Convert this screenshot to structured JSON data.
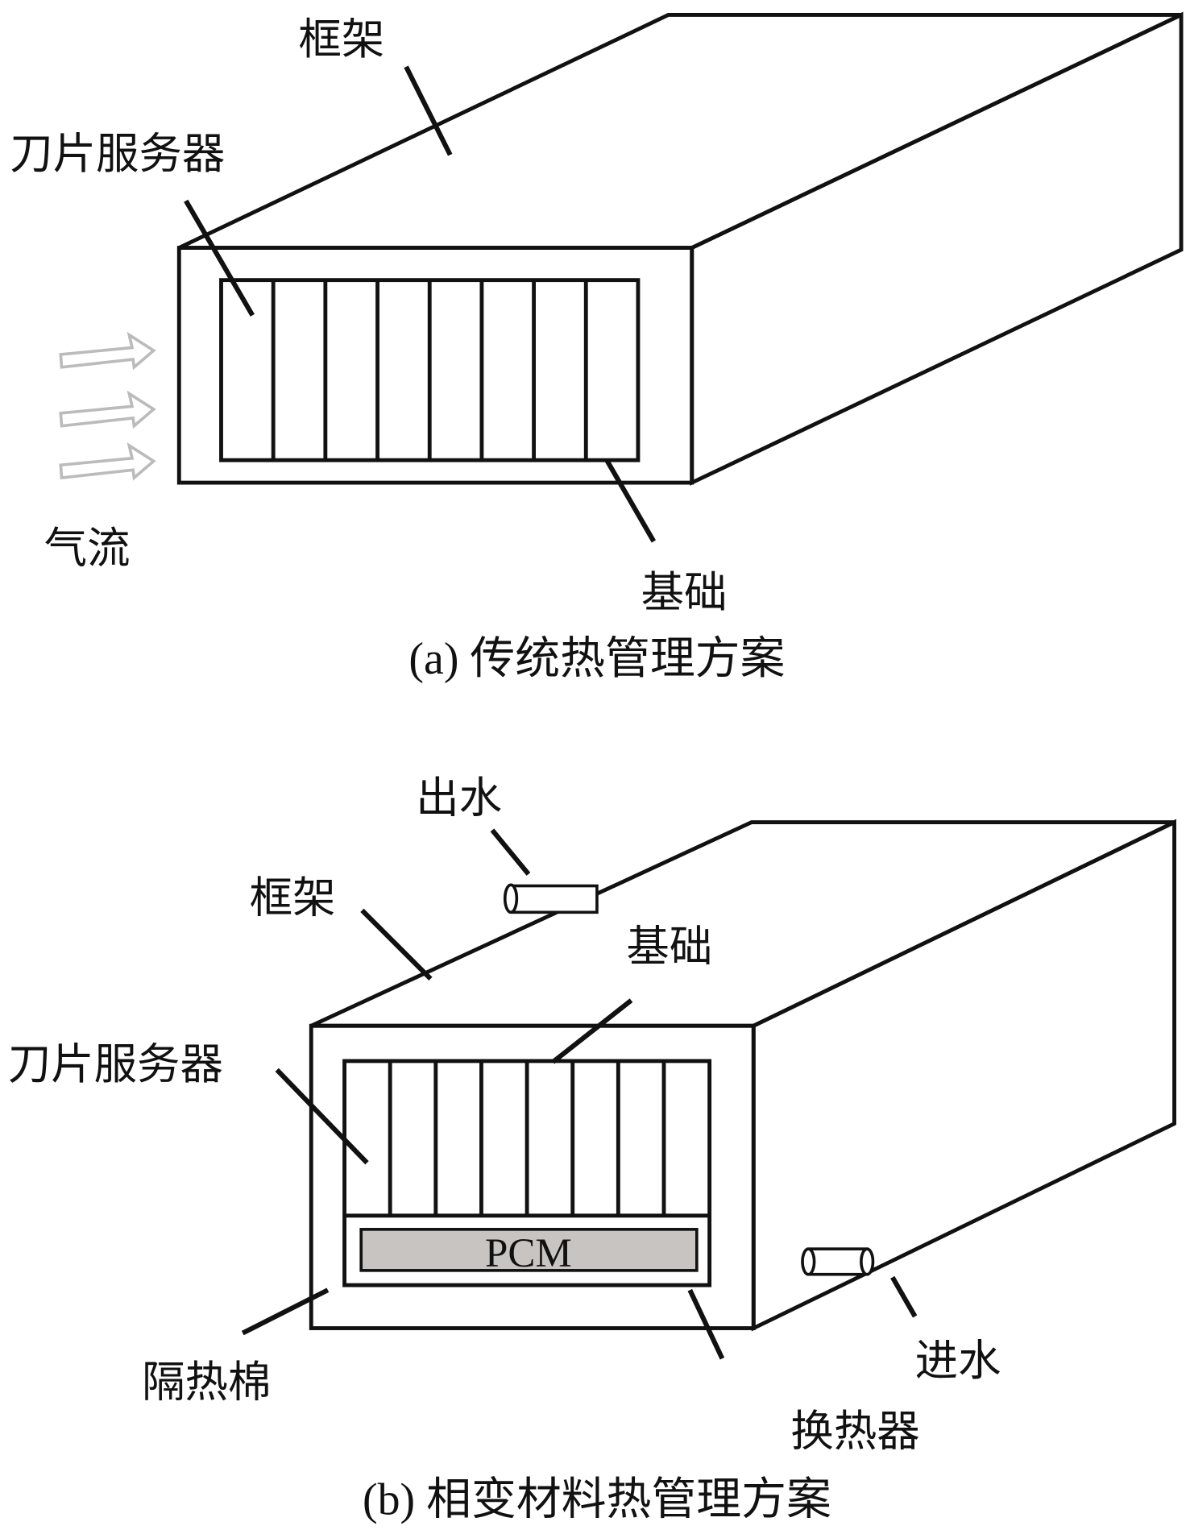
{
  "panel_a": {
    "labels": {
      "frame": "框架",
      "blade_server": "刀片服务器",
      "airflow": "气流",
      "base": "基础"
    },
    "caption": "(a) 传统热管理方案",
    "blade_count": 8
  },
  "panel_b": {
    "labels": {
      "water_out": "出水",
      "frame": "框架",
      "base": "基础",
      "blade_server": "刀片服务器",
      "pcm": "PCM",
      "insulation": "隔热棉",
      "water_in": "进水",
      "heat_exchanger": "换热器"
    },
    "caption": "(b) 相变材料热管理方案",
    "blade_count": 8
  },
  "colors": {
    "box_face": "#efedec",
    "insulation": "#9499bb",
    "pcm": "#c8c4c2",
    "line": "#111111"
  }
}
